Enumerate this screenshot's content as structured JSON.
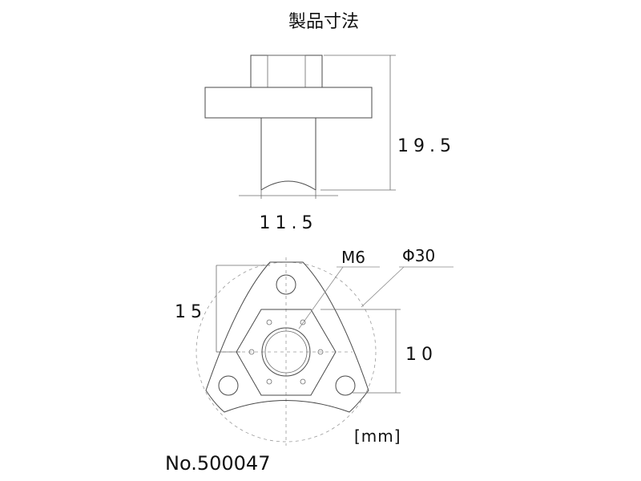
{
  "title": "製品寸法",
  "side_view": {
    "height_dim": "19.5",
    "width_dim": "11.5"
  },
  "top_view": {
    "thread_label": "M6",
    "diameter_label": "Φ30",
    "left_dim": "15",
    "right_dim": "10"
  },
  "unit": "[mm]",
  "part_number": "No.500047",
  "colors": {
    "line": "#4a4a4a",
    "dashed": "#9a9a9a",
    "text": "#111111"
  }
}
